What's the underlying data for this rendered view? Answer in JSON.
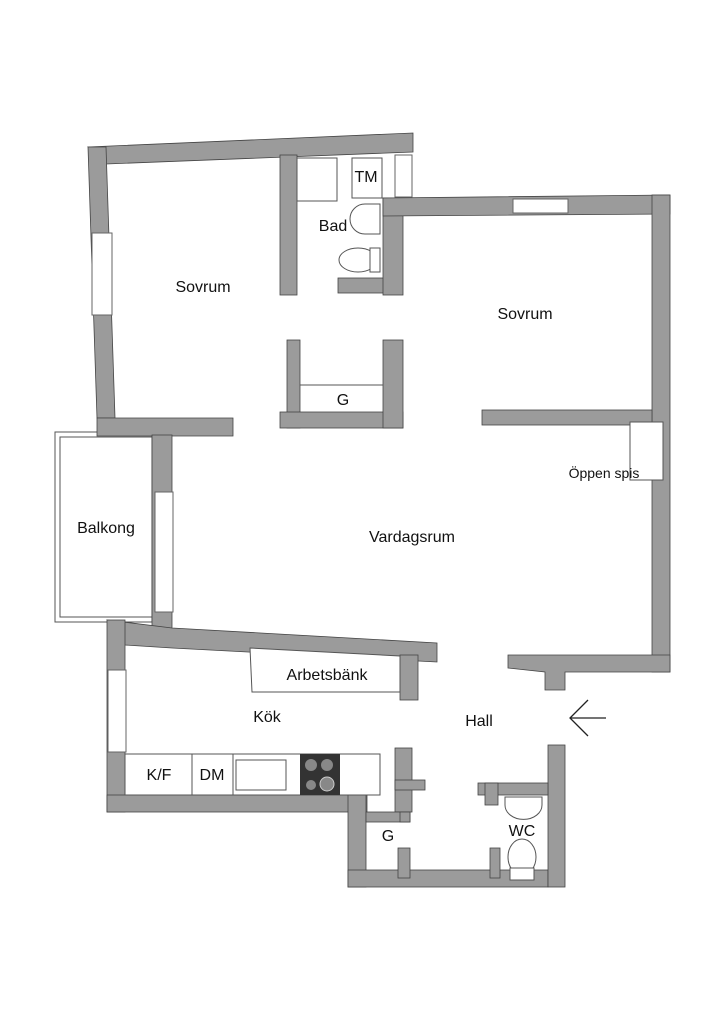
{
  "rooms": {
    "sovrum_left": "Sovrum",
    "sovrum_right": "Sovrum",
    "bad": "Bad",
    "tm": "TM",
    "g_closet_top": "G",
    "oppen_spis": "Öppen spis",
    "balkong": "Balkong",
    "vardagsrum": "Vardagsrum",
    "arbetsbank": "Arbetsbänk",
    "kok": "Kök",
    "hall": "Hall",
    "kf": "K/F",
    "dm": "DM",
    "g_closet_bottom": "G",
    "wc": "WC"
  },
  "colors": {
    "wall": "#9b9b9b",
    "stove": "#333333"
  }
}
